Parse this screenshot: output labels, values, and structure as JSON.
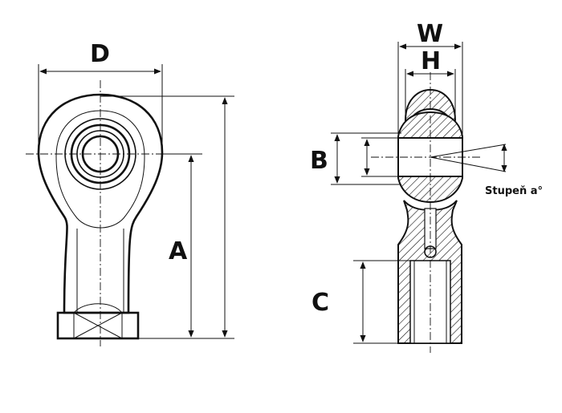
{
  "labels": {
    "d": "D",
    "a": "A",
    "w": "W",
    "h": "H",
    "b": "B",
    "c": "C",
    "angle": "Stupeň a°"
  }
}
